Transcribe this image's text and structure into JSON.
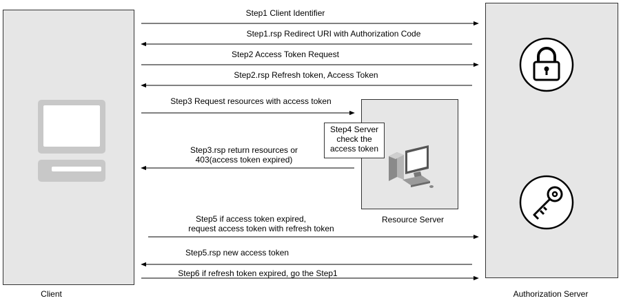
{
  "nodes": {
    "client": {
      "label": "Client"
    },
    "auth_server": {
      "label": "Authorization Server"
    },
    "resource_server": {
      "label": "Resource Server"
    }
  },
  "note": {
    "lines": [
      "Step4 Server",
      "check the",
      "access token"
    ]
  },
  "messages": [
    {
      "lines": [
        "Step1 Client Identifier"
      ],
      "direction": "right"
    },
    {
      "lines": [
        "Step1.rsp Redirect URI with Authorization Code"
      ],
      "direction": "left"
    },
    {
      "lines": [
        "Step2 Access Token Request"
      ],
      "direction": "right"
    },
    {
      "lines": [
        "Step2.rsp Refresh token, Access Token"
      ],
      "direction": "left"
    },
    {
      "lines": [
        "Step3 Request resources with access token"
      ],
      "direction": "right"
    },
    {
      "lines": [
        "Step3.rsp return resources or",
        "403(access token expired)"
      ],
      "direction": "left"
    },
    {
      "lines": [
        "Step5 if access token expired,",
        "request access token with refresh token"
      ],
      "direction": "right"
    },
    {
      "lines": [
        "Step5.rsp new access token"
      ],
      "direction": "left"
    },
    {
      "lines": [
        "Step6 if refresh token expired, go the Step1"
      ],
      "direction": "right"
    }
  ],
  "icons": {
    "client_icon": "computer-monitor-icon",
    "lock_icon": "lock-icon",
    "key_icon": "key-icon",
    "resource_icon": "desktop-computer-icon"
  }
}
